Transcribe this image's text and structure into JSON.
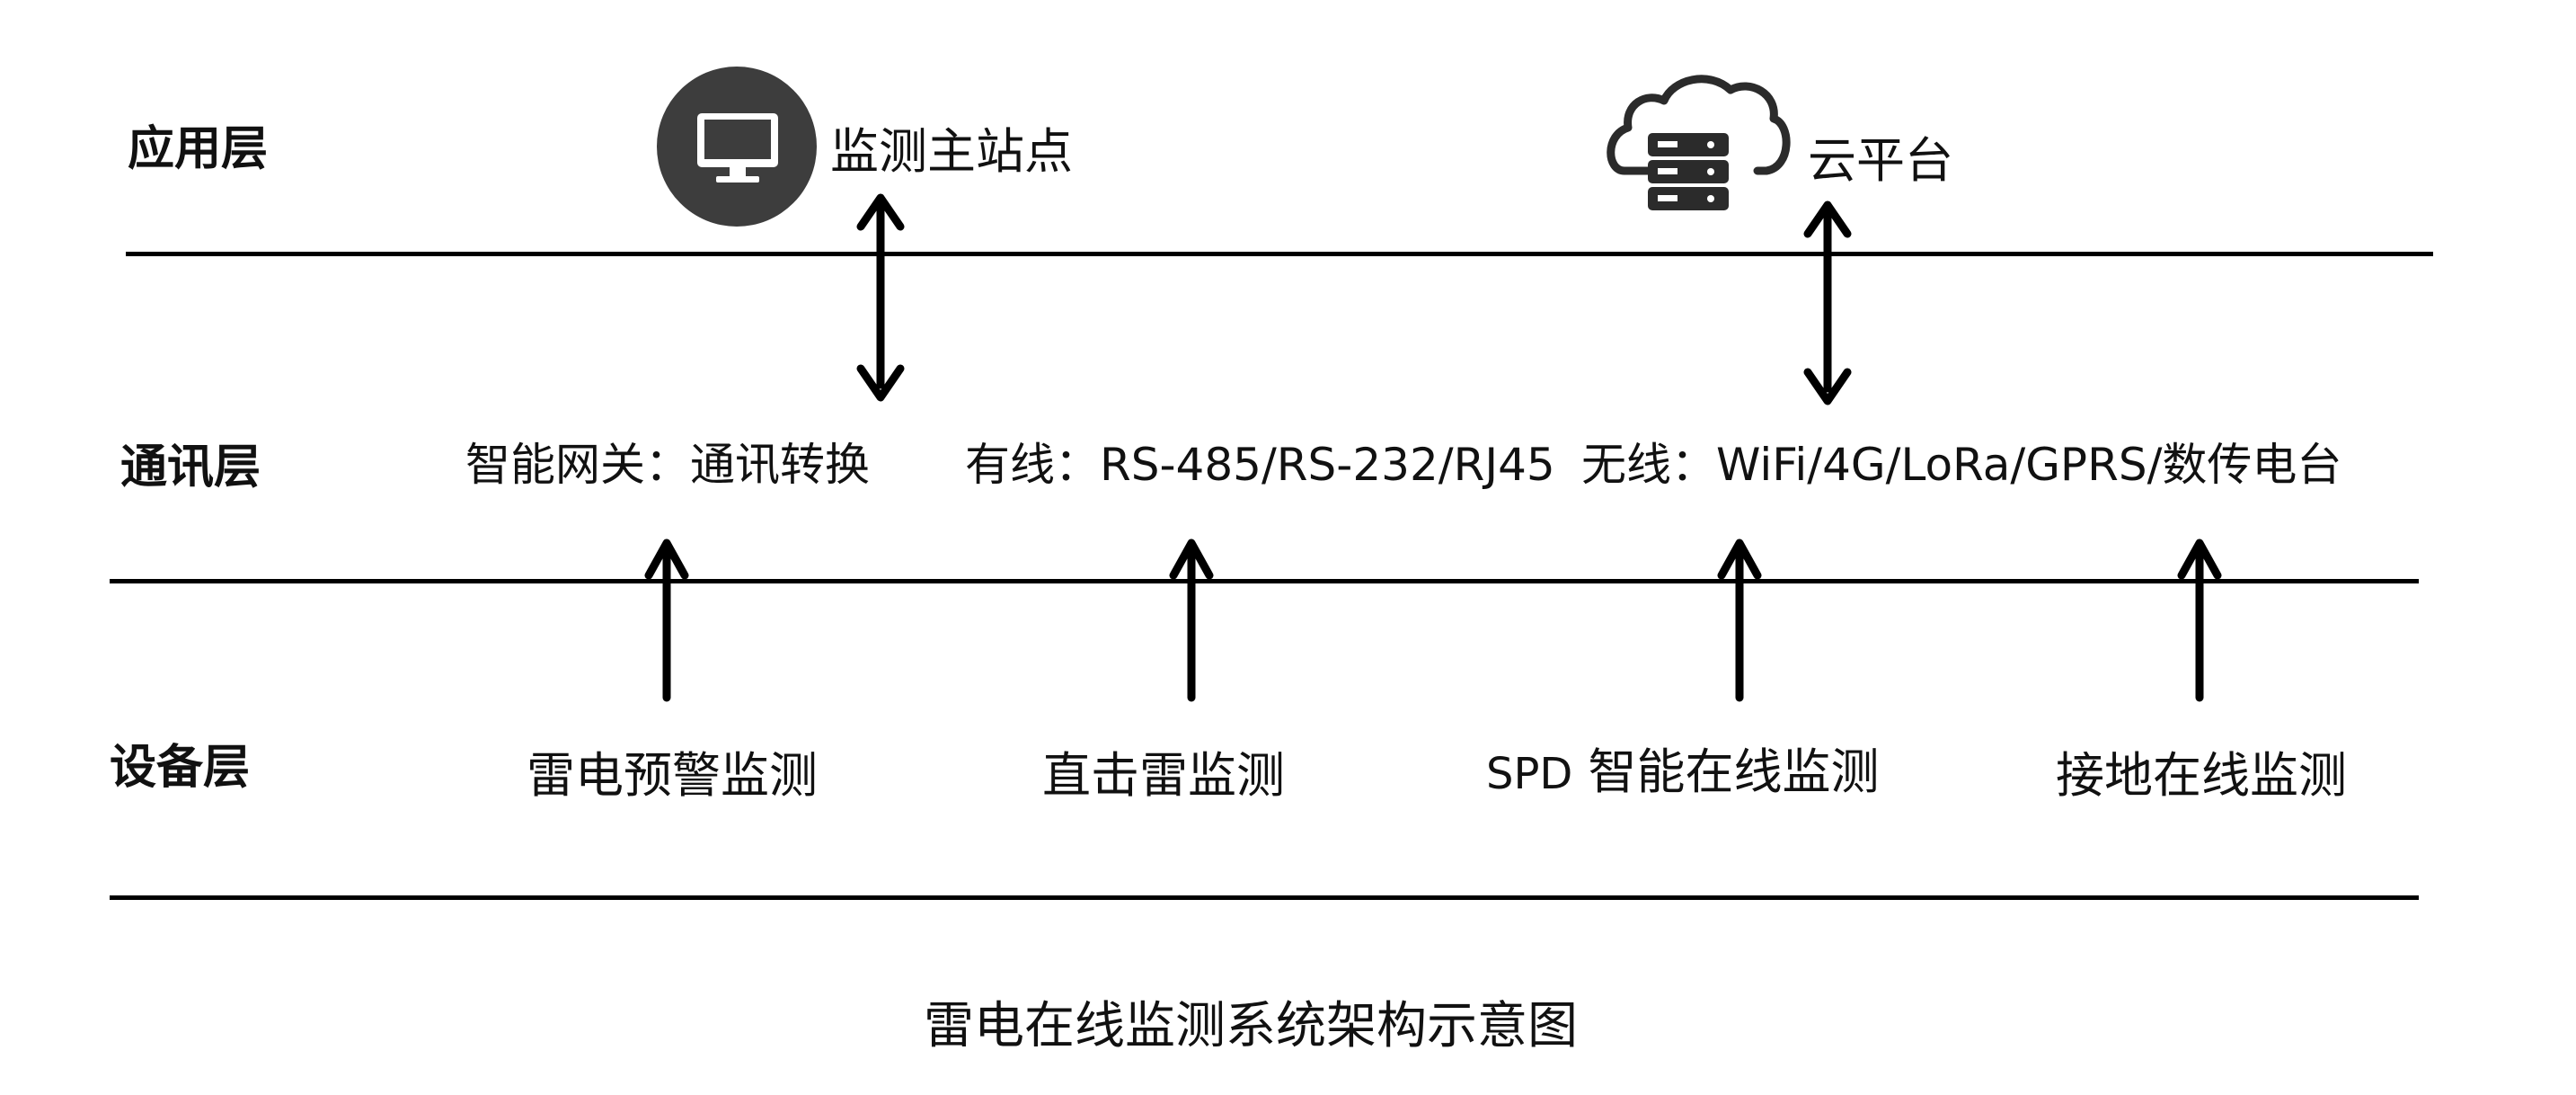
{
  "layers": {
    "application": "应用层",
    "communication": "通讯层",
    "device": "设备层"
  },
  "application_nodes": {
    "monitor_station": "监测主站点",
    "cloud_platform": "云平台"
  },
  "communication": {
    "gateway_prefix": "智能网关：",
    "gateway_value": "通讯转换",
    "wired_prefix": "有线：",
    "wired_value": "RS-485/RS-232/RJ45",
    "wireless_prefix": "无线：",
    "wireless_value": "WiFi/4G/LoRa/GPRS/",
    "wireless_suffix": "数传电台"
  },
  "devices": {
    "lightning_warning": "雷电预警监测",
    "direct_strike": "直击雷监测",
    "spd_prefix": "SPD",
    "spd_suffix": "智能在线监测",
    "grounding": "接地在线监测"
  },
  "caption": "雷电在线监测系统架构示意图",
  "colors": {
    "line": "#000000",
    "icon_circle": "#3d3d3d",
    "icon_dark": "#2b2b2b",
    "text": "#111111"
  }
}
